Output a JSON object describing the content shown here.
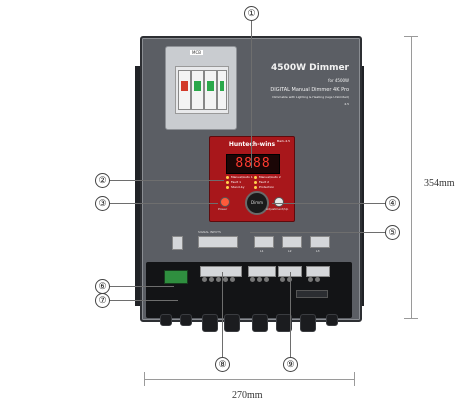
{
  "product": {
    "mcb_label": "MCB",
    "title": "4500W Dimmer",
    "title_suffix": "for 4500W",
    "subtitle": "DIGITAL Manual Dimmer 4K Pro",
    "desc_line1": "Dimmable with Lighting & Heating (legs Unlimited)",
    "desc_line2": "4.5"
  },
  "panel": {
    "brand": "Huntech-wins",
    "model": "Mark-4.5",
    "display_value": "8888",
    "led_labels": [
      "Manual/Auto 1",
      "Manual/Auto 2",
      "Fault 1",
      "Fault 2",
      "Stand-by",
      "Protection"
    ],
    "knob_label": "Dimm",
    "left_button_label": "Power",
    "right_button_label": "Adjustment/Up"
  },
  "callouts": {
    "c1": "①",
    "c2": "②",
    "c3": "③",
    "c4": "④",
    "c5": "⑤",
    "c6": "⑥",
    "c7": "⑦",
    "c8": "⑧",
    "c9": "⑨"
  },
  "dimensions": {
    "height": "354mm",
    "width": "270mm"
  },
  "terminal_labels": {
    "signal_block": "SIGNAL INPUTS",
    "out1": "L1",
    "out2": "L2",
    "out3": "L3"
  }
}
